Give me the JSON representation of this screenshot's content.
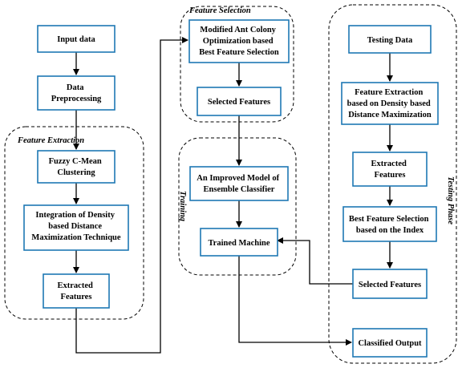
{
  "groups": {
    "feature_extraction": "Feature Extraction",
    "feature_selection": "Feature Selection",
    "training": "Training",
    "testing_phase": "Testing Phase"
  },
  "nodes": {
    "input_data": [
      "Input data"
    ],
    "data_preprocessing": [
      "Data",
      "Preprocessing"
    ],
    "fuzzy_cmean": [
      "Fuzzy C-Mean",
      "Clustering"
    ],
    "integration_density": [
      "Integration of Density",
      "based Distance",
      "Maximization Technique"
    ],
    "extracted_features_left": [
      "Extracted",
      "Features"
    ],
    "modified_aco": [
      "Modified Ant Colony",
      "Optimization based",
      "Best Feature Selection"
    ],
    "selected_features_top": [
      "Selected Features"
    ],
    "improved_ensemble": [
      "An Improved Model of",
      "Ensemble Classifier"
    ],
    "trained_machine": [
      "Trained Machine"
    ],
    "testing_data": [
      "Testing Data"
    ],
    "feature_extraction_density": [
      "Feature Extraction",
      "based on Density based",
      "Distance Maximization"
    ],
    "extracted_features_right": [
      "Extracted",
      "Features"
    ],
    "best_feature_selection": [
      "Best Feature Selection",
      "based on the Index"
    ],
    "selected_features_right": [
      "Selected Features"
    ],
    "classified_output": [
      "Classified Output"
    ]
  },
  "edges": [
    [
      "input_data",
      "data_preprocessing"
    ],
    [
      "data_preprocessing",
      "fuzzy_cmean"
    ],
    [
      "fuzzy_cmean",
      "integration_density"
    ],
    [
      "integration_density",
      "extracted_features_left"
    ],
    [
      "extracted_features_left",
      "modified_aco"
    ],
    [
      "modified_aco",
      "selected_features_top"
    ],
    [
      "selected_features_top",
      "improved_ensemble"
    ],
    [
      "improved_ensemble",
      "trained_machine"
    ],
    [
      "testing_data",
      "feature_extraction_density"
    ],
    [
      "feature_extraction_density",
      "extracted_features_right"
    ],
    [
      "extracted_features_right",
      "best_feature_selection"
    ],
    [
      "best_feature_selection",
      "selected_features_right"
    ],
    [
      "selected_features_right",
      "trained_machine"
    ],
    [
      "trained_machine",
      "classified_output"
    ]
  ]
}
